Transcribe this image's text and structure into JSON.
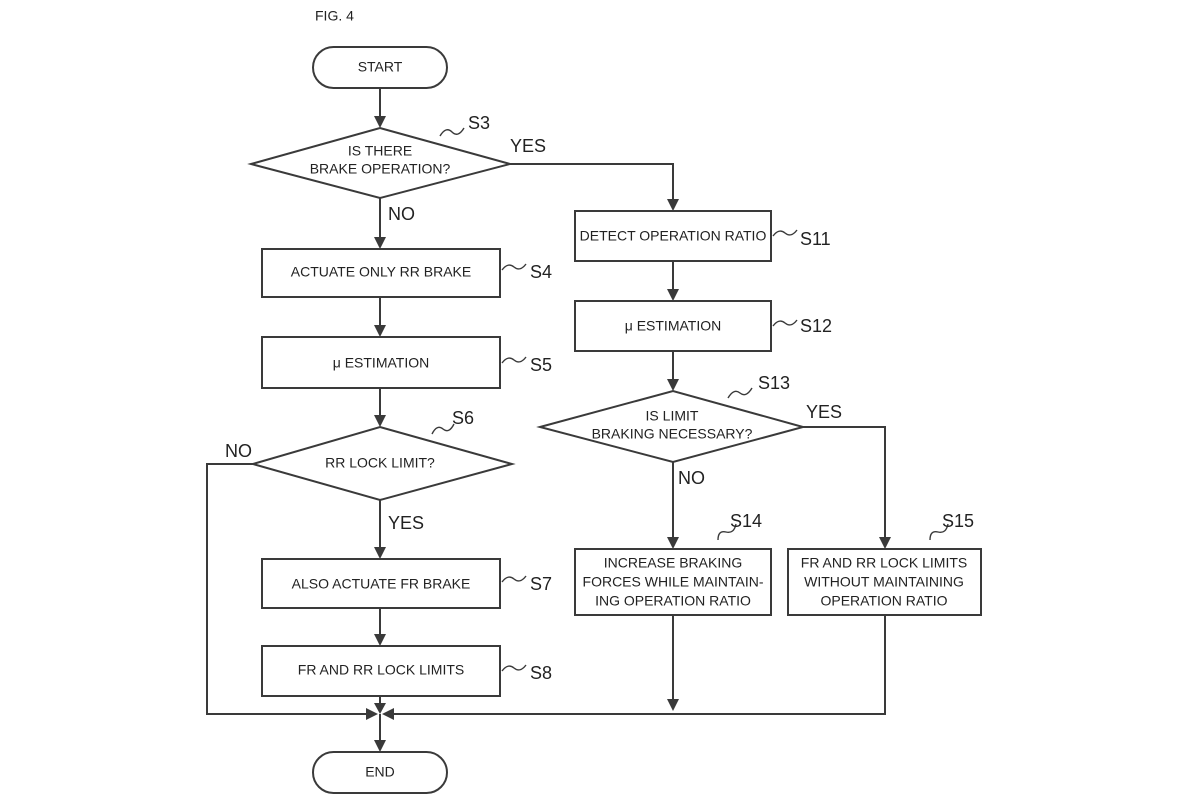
{
  "figure_label": "FIG. 4",
  "nodes": {
    "start": "START",
    "s3_line1": "IS THERE",
    "s3_line2": "BRAKE OPERATION?",
    "s4": "ACTUATE ONLY RR BRAKE",
    "s5": "μ ESTIMATION",
    "s6": "RR LOCK LIMIT?",
    "s7": "ALSO ACTUATE FR BRAKE",
    "s8": "FR AND RR LOCK LIMITS",
    "s11": "DETECT OPERATION RATIO",
    "s12": "μ ESTIMATION",
    "s13_line1": "IS LIMIT",
    "s13_line2": "BRAKING NECESSARY?",
    "s14_line1": "INCREASE BRAKING",
    "s14_line2": "FORCES WHILE MAINTAIN-",
    "s14_line3": "ING OPERATION RATIO",
    "s15_line1": "FR AND RR LOCK LIMITS",
    "s15_line2": "WITHOUT MAINTAINING",
    "s15_line3": "OPERATION RATIO",
    "end": "END"
  },
  "step_labels": {
    "s3": "S3",
    "s4": "S4",
    "s5": "S5",
    "s6": "S6",
    "s7": "S7",
    "s8": "S8",
    "s11": "S11",
    "s12": "S12",
    "s13": "S13",
    "s14": "S14",
    "s15": "S15"
  },
  "branch_labels": {
    "s3_yes": "YES",
    "s3_no": "NO",
    "s6_no": "NO",
    "s6_yes": "YES",
    "s13_yes": "YES",
    "s13_no": "NO"
  }
}
